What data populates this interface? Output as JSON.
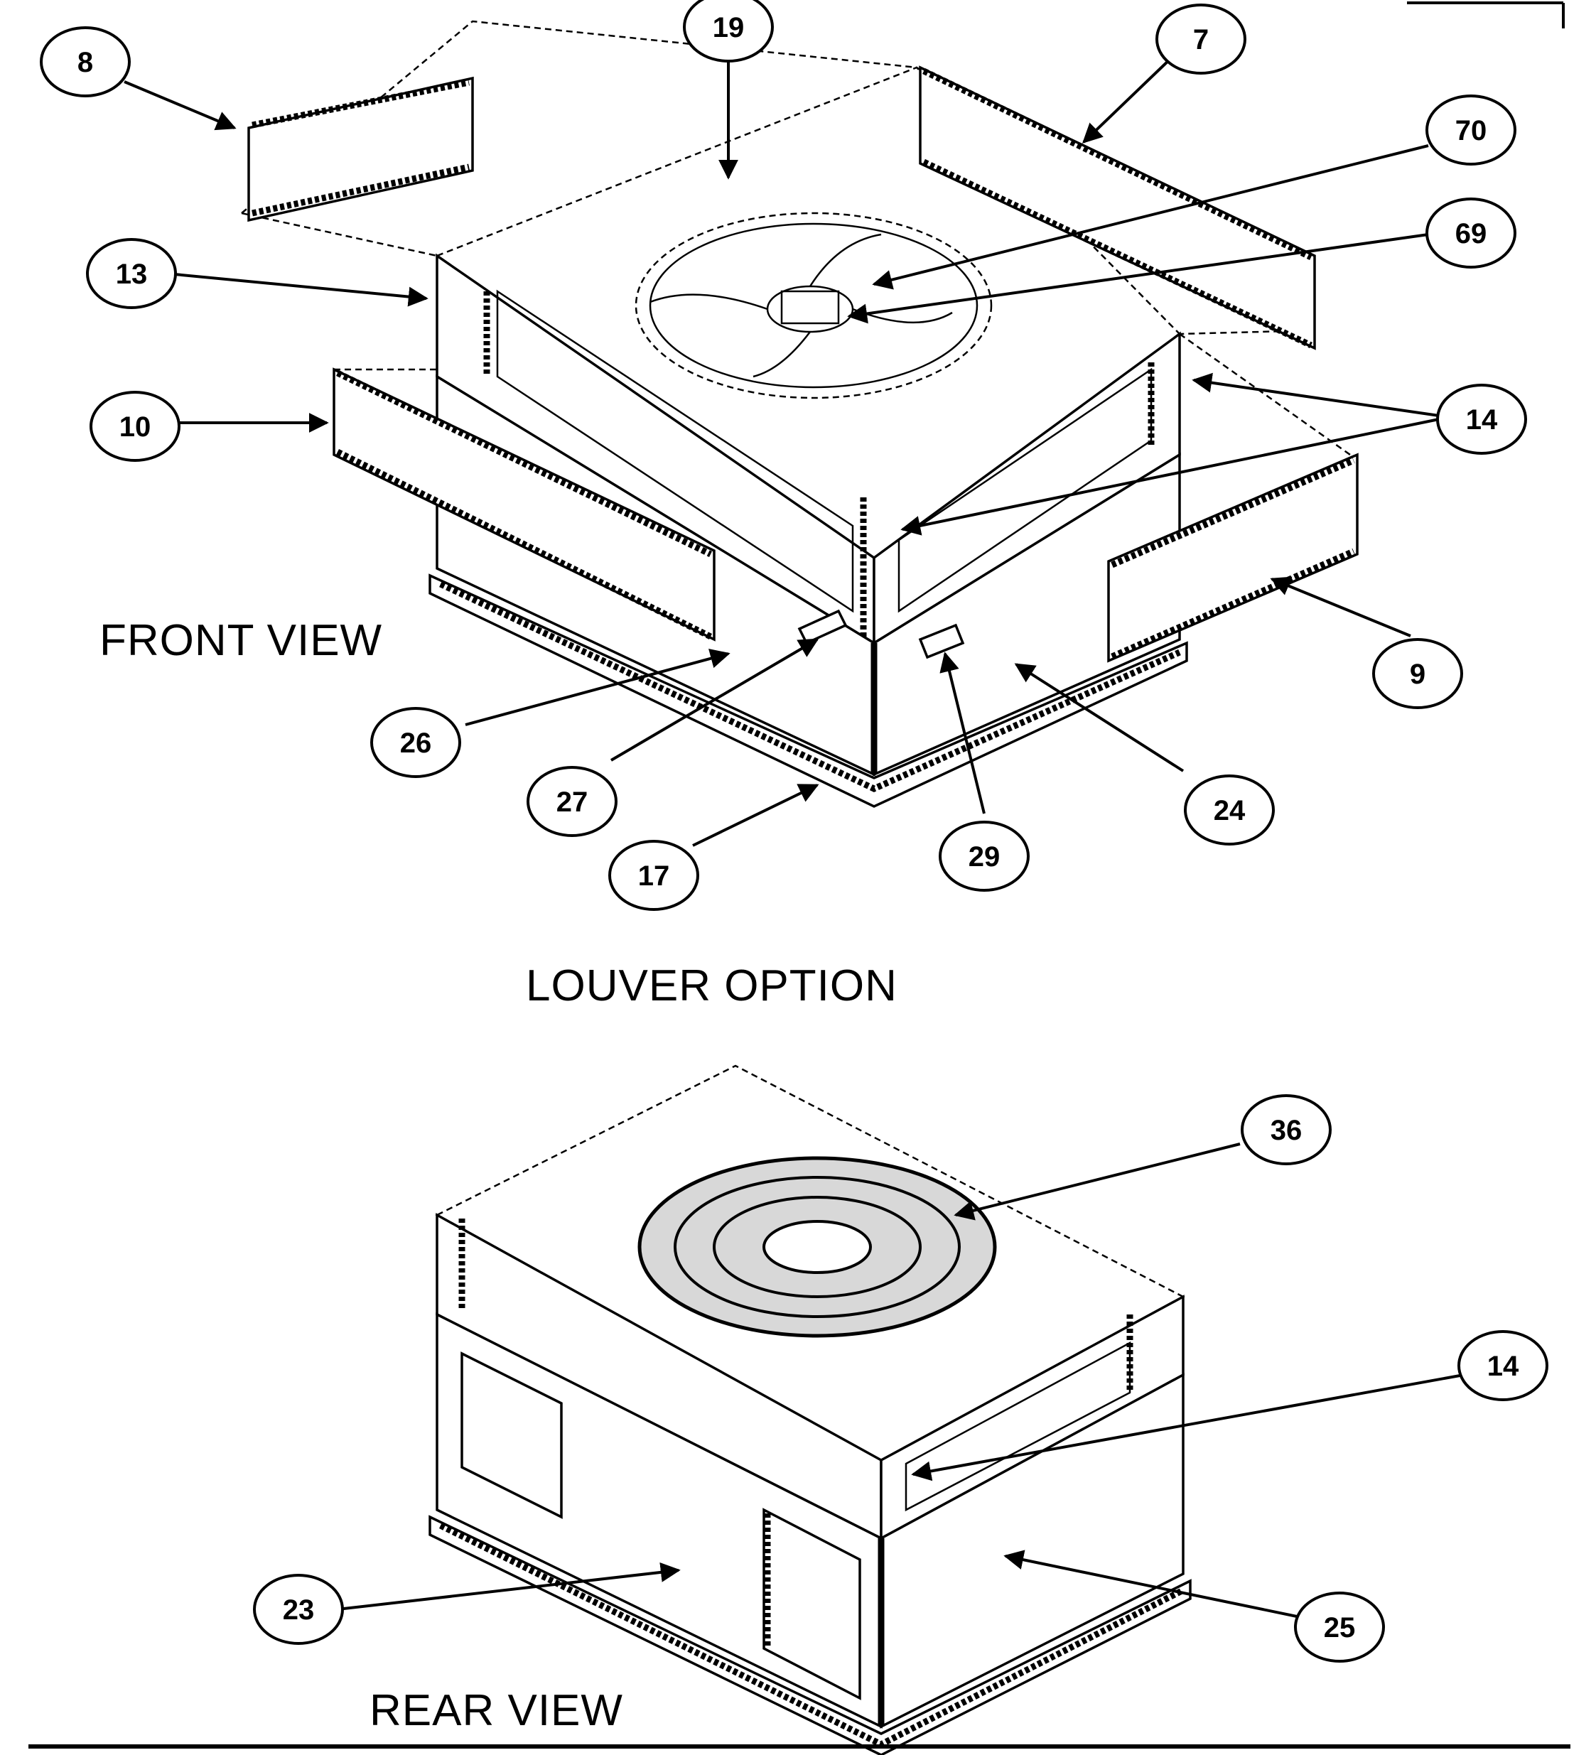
{
  "labels": {
    "front_view": "FRONT VIEW",
    "louver_option": "LOUVER OPTION",
    "rear_view": "REAR VIEW"
  },
  "callouts": [
    {
      "id": "c8",
      "text": "8"
    },
    {
      "id": "c19",
      "text": "19"
    },
    {
      "id": "c7",
      "text": "7"
    },
    {
      "id": "c70",
      "text": "70"
    },
    {
      "id": "c69",
      "text": "69"
    },
    {
      "id": "c13",
      "text": "13"
    },
    {
      "id": "c10",
      "text": "10"
    },
    {
      "id": "c14a",
      "text": "14"
    },
    {
      "id": "c9",
      "text": "9"
    },
    {
      "id": "c26",
      "text": "26"
    },
    {
      "id": "c27",
      "text": "27"
    },
    {
      "id": "c24",
      "text": "24"
    },
    {
      "id": "c17",
      "text": "17"
    },
    {
      "id": "c29",
      "text": "29"
    },
    {
      "id": "c36",
      "text": "36"
    },
    {
      "id": "c14b",
      "text": "14"
    },
    {
      "id": "c23",
      "text": "23"
    },
    {
      "id": "c25",
      "text": "25"
    }
  ]
}
